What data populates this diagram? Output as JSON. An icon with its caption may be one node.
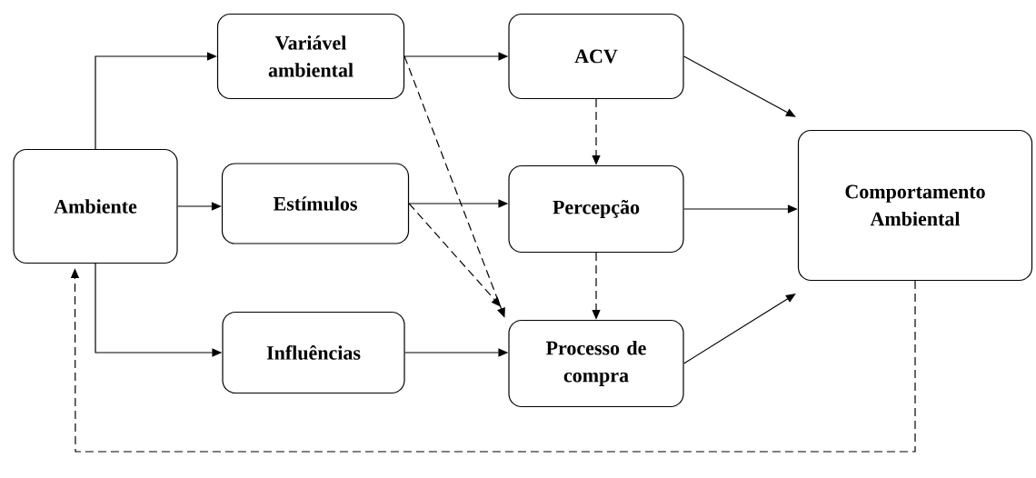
{
  "diagram": {
    "nodes": [
      {
        "text": [
          "Ambiente"
        ]
      },
      {
        "text": [
          "Variável ambiental"
        ]
      },
      {
        "text": [
          "Estímulos"
        ]
      },
      {
        "text": [
          "Influências"
        ]
      },
      {
        "text": [
          "ACV"
        ]
      },
      {
        "text": [
          "Percepção"
        ]
      },
      {
        "text": [
          "Processo de compra"
        ]
      },
      {
        "text": [
          "Comportamento Ambiental"
        ]
      }
    ],
    "edges": [
      {
        "from": 0,
        "to": 1,
        "arrow": "to"
      },
      {
        "from": 0,
        "to": 2,
        "arrow": "to"
      },
      {
        "from": 0,
        "to": 3,
        "arrow": "to"
      },
      {
        "from": 1,
        "to": 4,
        "arrow": "to"
      },
      {
        "from": 2,
        "to": 5,
        "arrow": "to"
      },
      {
        "from": 3,
        "to": 6,
        "arrow": "to"
      },
      {
        "from": 1,
        "to": 6,
        "arrow": "to",
        "style": "dashed"
      },
      {
        "from": 2,
        "to": 6,
        "arrow": "to",
        "style": "dashed"
      },
      {
        "from": 4,
        "to": 5,
        "arrow": "to",
        "style": "dashed"
      },
      {
        "from": 5,
        "to": 6,
        "arrow": "to",
        "style": "dashed"
      },
      {
        "from": 4,
        "to": 7,
        "arrow": "to"
      },
      {
        "from": 5,
        "to": 7,
        "arrow": "to"
      },
      {
        "from": 6,
        "to": 7,
        "arrow": "to"
      },
      {
        "from": 7,
        "to": 0,
        "arrow": "to",
        "style": "dashed"
      }
    ]
  }
}
